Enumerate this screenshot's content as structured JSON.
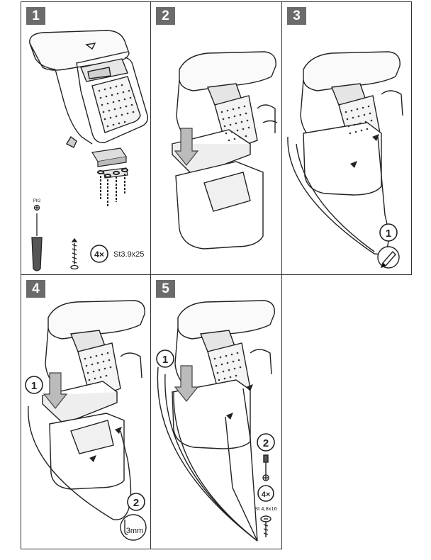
{
  "steps": [
    {
      "number": "1"
    },
    {
      "number": "2"
    },
    {
      "number": "3",
      "callouts": [
        "1"
      ]
    },
    {
      "number": "4",
      "callouts": [
        "1",
        "2"
      ],
      "drill_label": "3mm"
    },
    {
      "number": "5",
      "callouts": [
        "1",
        "2"
      ],
      "quantity": "4×",
      "screw_label": "St 4,8x16"
    }
  ],
  "step1": {
    "screwdriver_label": "Ph2",
    "quantity": "4×",
    "screw_label": "St3.9x25"
  }
}
